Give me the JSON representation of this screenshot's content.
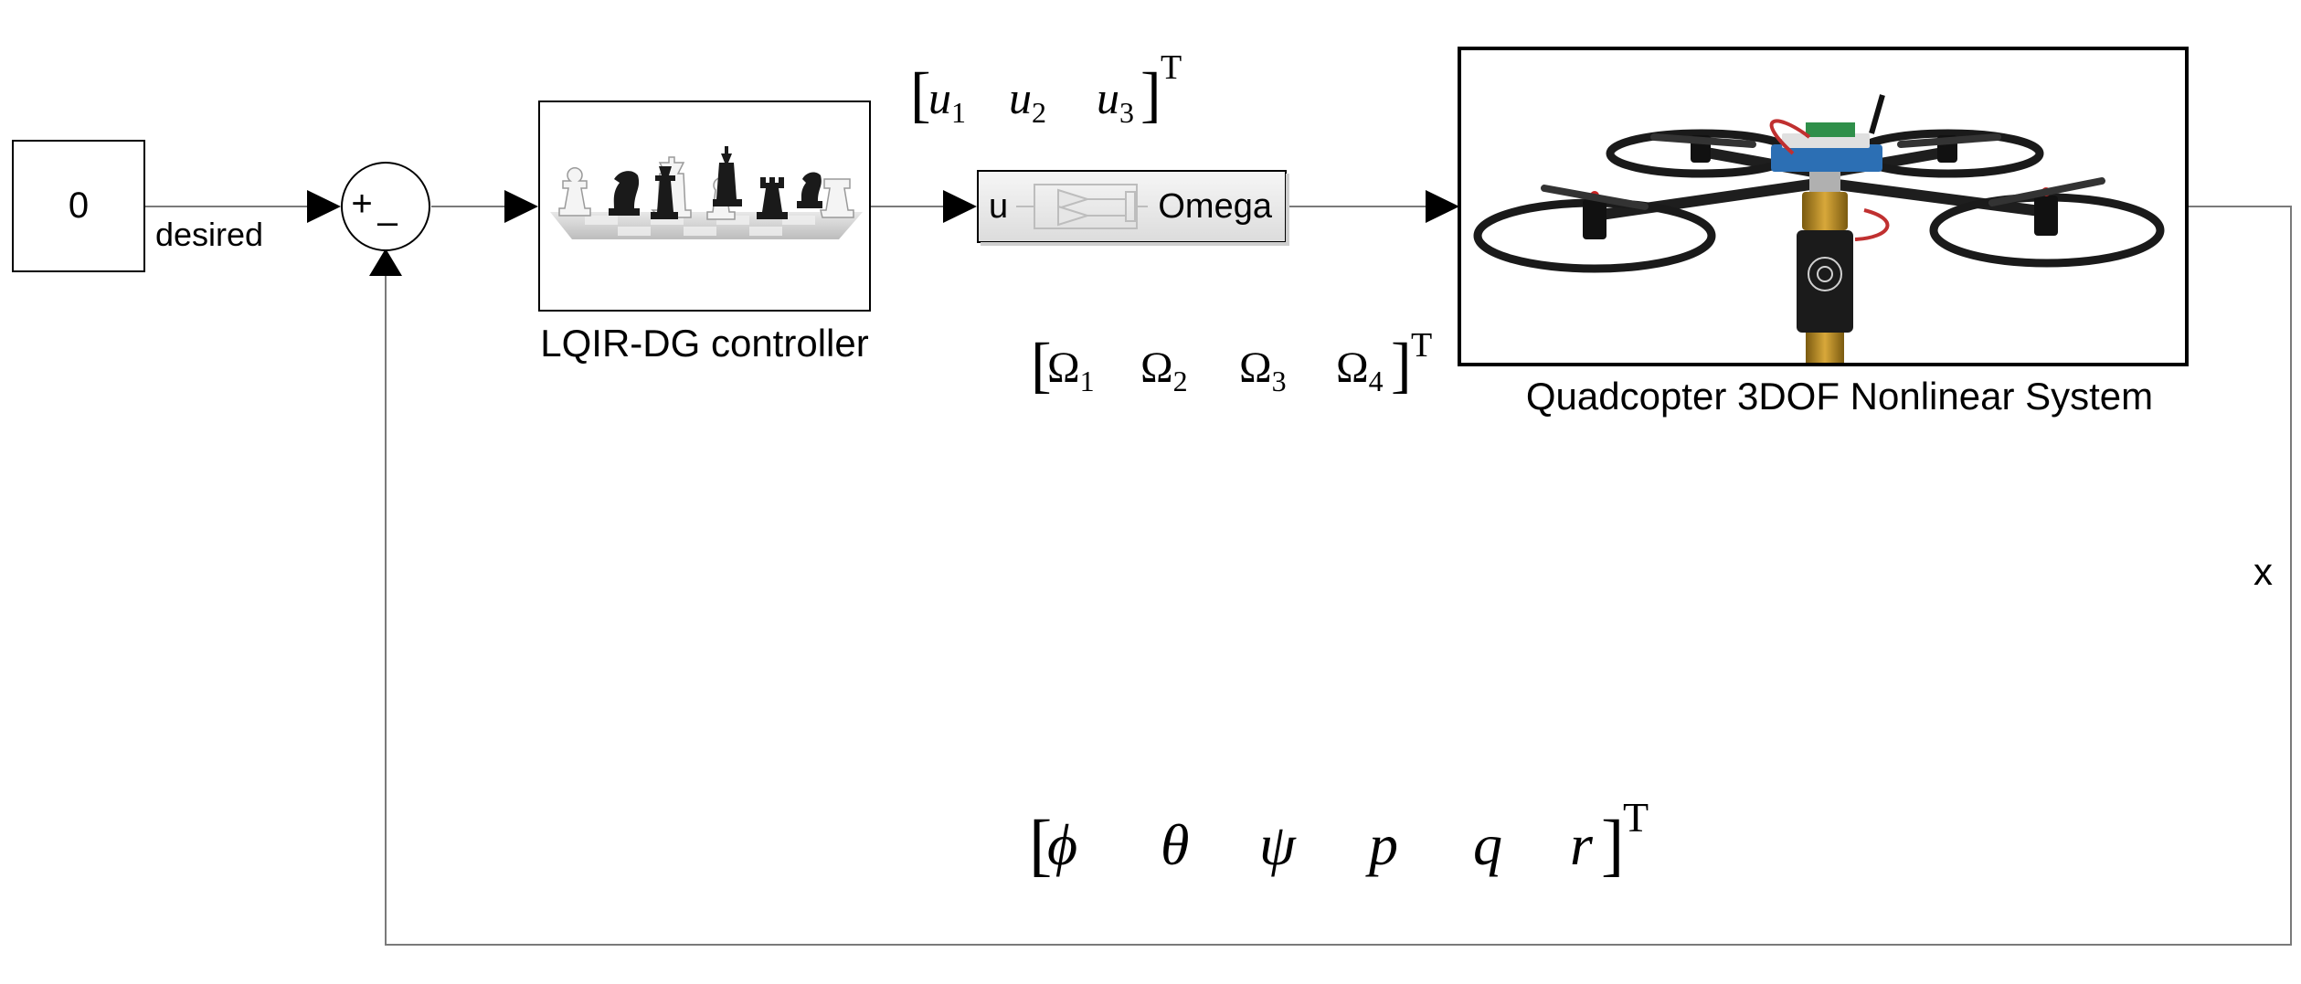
{
  "constant_block": {
    "value": "0"
  },
  "signals": {
    "desired": "desired",
    "feedback": "x"
  },
  "sum_block": {
    "plus": "+",
    "minus": "–"
  },
  "controller_block": {
    "label": "LQIR-DG controller",
    "image_icon": "chess-pieces-image"
  },
  "mixer_block": {
    "input_port": "u",
    "output_port": "Omega",
    "icon": "gain-blocks-icon"
  },
  "plant_block": {
    "label": "Quadcopter 3DOF Nonlinear System",
    "image_icon": "quadcopter-image"
  },
  "equations": {
    "control_vector": {
      "symbols": [
        {
          "base": "u",
          "sub": "1"
        },
        {
          "base": "u",
          "sub": "2"
        },
        {
          "base": "u",
          "sub": "3"
        }
      ],
      "transpose": "T"
    },
    "omega_vector": {
      "symbols": [
        {
          "base": "Ω",
          "sub": "1"
        },
        {
          "base": "Ω",
          "sub": "2"
        },
        {
          "base": "Ω",
          "sub": "3"
        },
        {
          "base": "Ω",
          "sub": "4"
        }
      ],
      "transpose": "T"
    },
    "state_vector": {
      "symbols": [
        "ϕ",
        "θ",
        "ψ",
        "p",
        "q",
        "r"
      ],
      "transpose": "T"
    }
  },
  "colors": {
    "line": "#7a7a7a",
    "block_border": "#000000",
    "mixer_fill": "#eeeeee"
  }
}
